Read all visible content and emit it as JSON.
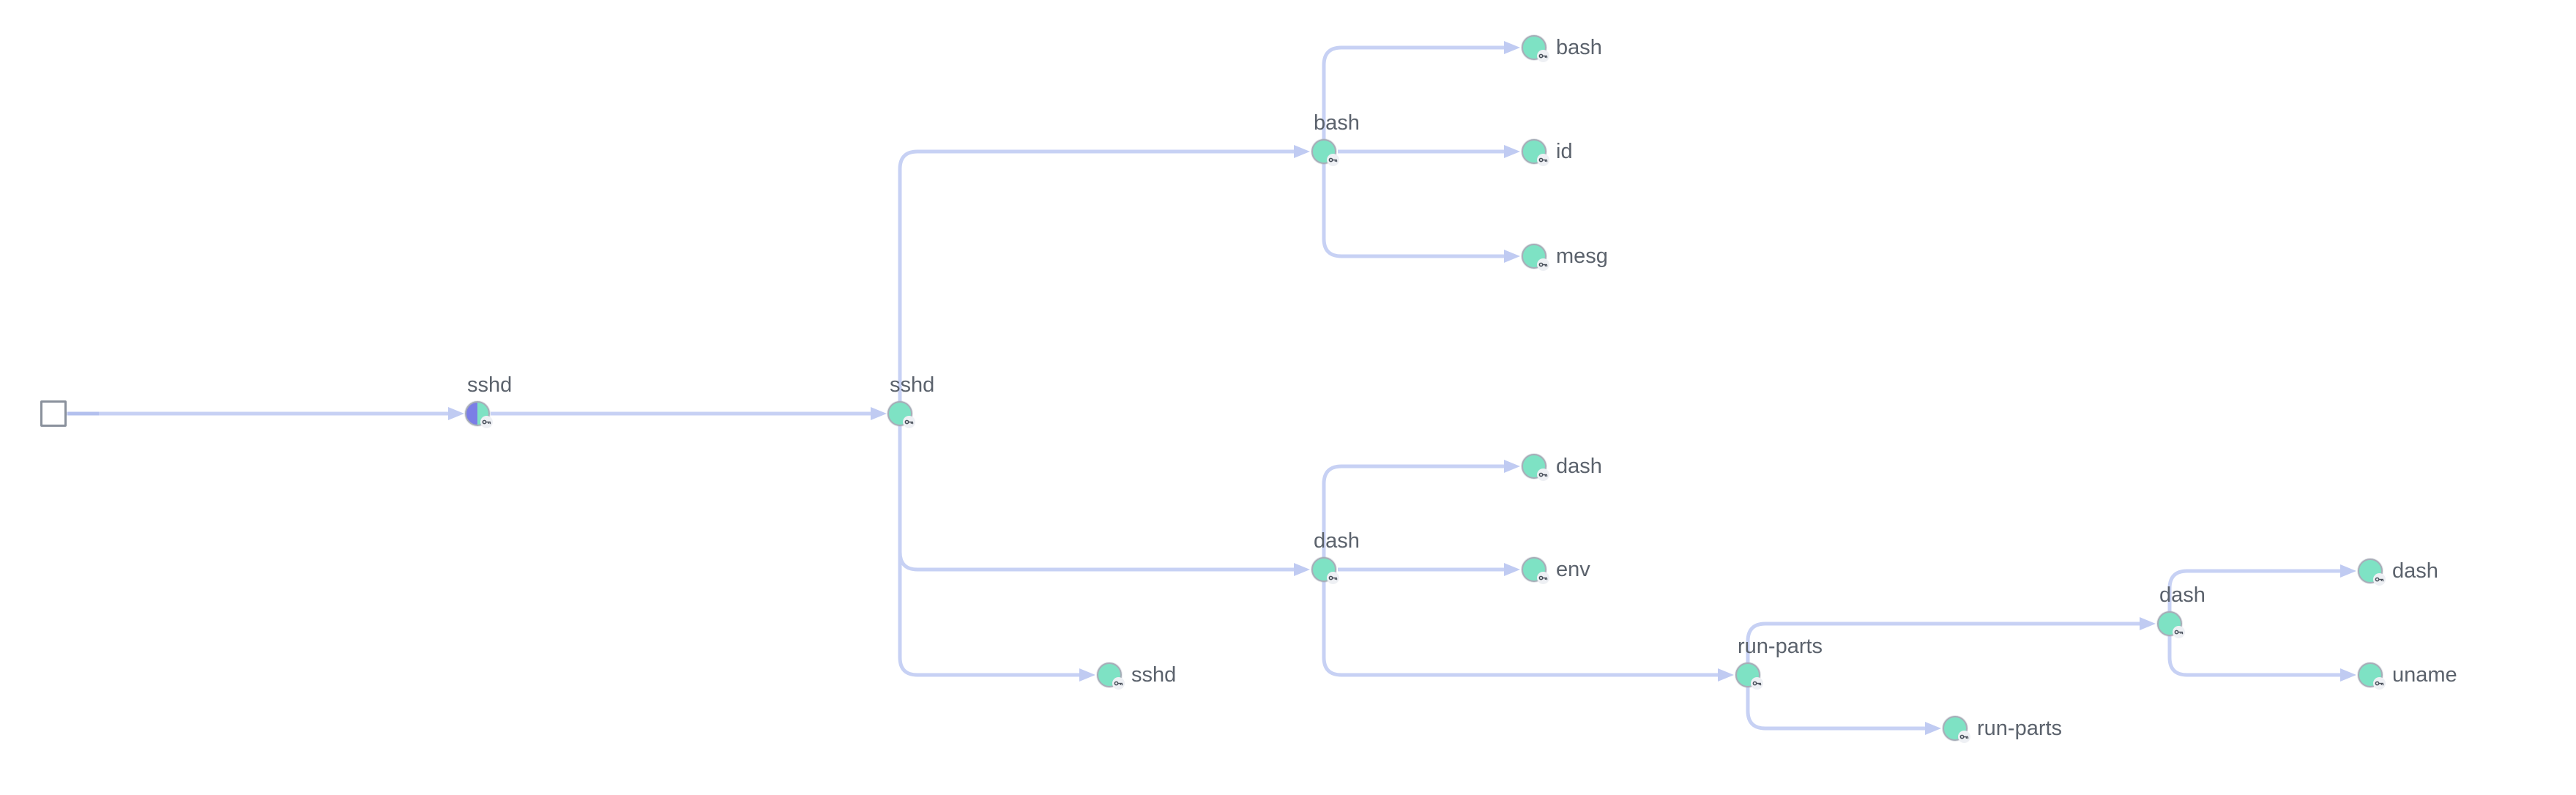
{
  "view": {
    "type": "process-tree-graph",
    "background": "#ffffff"
  },
  "colors": {
    "edge": "#c7d1f4",
    "edge_dark_segment": "#b3c0ee",
    "node_fill": "#7ee2c4",
    "origin_node_left_half": "#7b7ee6",
    "node_border": "#a7adb8",
    "label_text": "#5b626c",
    "key_icon": "#4a515c",
    "origin_square_border": "#8a919c"
  },
  "tree": {
    "origin_marker": {
      "icon": "square-icon"
    },
    "nodes": [
      {
        "id": "sshd-session",
        "label": "sshd",
        "label_position": "above",
        "icon": "key-icon",
        "variant": "origin-split"
      },
      {
        "id": "sshd-child",
        "label": "sshd",
        "label_position": "above",
        "icon": "key-icon",
        "variant": "running"
      },
      {
        "id": "bash",
        "label": "bash",
        "label_position": "above",
        "icon": "key-icon",
        "variant": "running"
      },
      {
        "id": "bash-leaf",
        "label": "bash",
        "label_position": "right",
        "icon": "key-icon",
        "variant": "running"
      },
      {
        "id": "id-leaf",
        "label": "id",
        "label_position": "right",
        "icon": "key-icon",
        "variant": "running"
      },
      {
        "id": "mesg-leaf",
        "label": "mesg",
        "label_position": "right",
        "icon": "key-icon",
        "variant": "running"
      },
      {
        "id": "dash",
        "label": "dash",
        "label_position": "above",
        "icon": "key-icon",
        "variant": "running"
      },
      {
        "id": "dash-leaf",
        "label": "dash",
        "label_position": "right",
        "icon": "key-icon",
        "variant": "running"
      },
      {
        "id": "env-leaf",
        "label": "env",
        "label_position": "right",
        "icon": "key-icon",
        "variant": "running"
      },
      {
        "id": "run-parts",
        "label": "run-parts",
        "label_position": "above",
        "icon": "key-icon",
        "variant": "running"
      },
      {
        "id": "run-parts-leaf",
        "label": "run-parts",
        "label_position": "right",
        "icon": "key-icon",
        "variant": "running"
      },
      {
        "id": "dash-2",
        "label": "dash",
        "label_position": "above",
        "icon": "key-icon",
        "variant": "running"
      },
      {
        "id": "dash-2-leaf",
        "label": "dash",
        "label_position": "right",
        "icon": "key-icon",
        "variant": "running"
      },
      {
        "id": "uname-leaf",
        "label": "uname",
        "label_position": "right",
        "icon": "key-icon",
        "variant": "running"
      },
      {
        "id": "sshd-leaf",
        "label": "sshd",
        "label_position": "right",
        "icon": "key-icon",
        "variant": "running"
      }
    ]
  }
}
